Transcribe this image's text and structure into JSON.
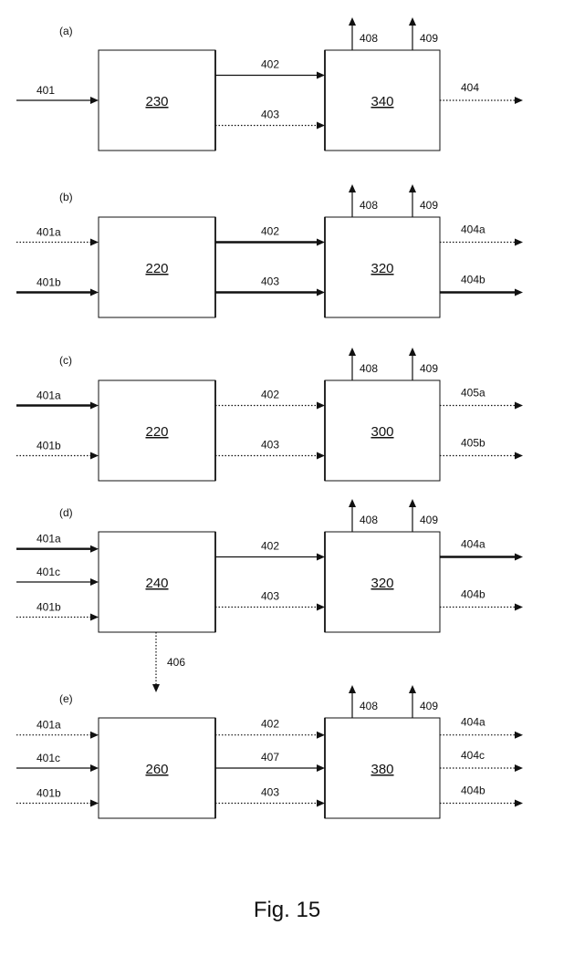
{
  "figure": {
    "caption": "Fig. 15"
  },
  "panels": [
    {
      "id": "a",
      "label": "(a)",
      "left_block": "230",
      "right_block": "340",
      "inputs": [
        {
          "label": "401",
          "style": "solid"
        }
      ],
      "mid": [
        {
          "label": "402",
          "style": "solid"
        },
        {
          "label": "403",
          "style": "dotted"
        }
      ],
      "top": [
        "408",
        "409"
      ],
      "outputs": [
        {
          "label": "404",
          "style": "dotted"
        }
      ]
    },
    {
      "id": "b",
      "label": "(b)",
      "left_block": "220",
      "right_block": "320",
      "inputs": [
        {
          "label": "401a",
          "style": "dotted"
        },
        {
          "label": "401b",
          "style": "bold"
        }
      ],
      "mid": [
        {
          "label": "402",
          "style": "bold"
        },
        {
          "label": "403",
          "style": "bold"
        }
      ],
      "top": [
        "408",
        "409"
      ],
      "outputs": [
        {
          "label": "404a",
          "style": "dotted"
        },
        {
          "label": "404b",
          "style": "bold"
        }
      ]
    },
    {
      "id": "c",
      "label": "(c)",
      "left_block": "220",
      "right_block": "300",
      "inputs": [
        {
          "label": "401a",
          "style": "bold"
        },
        {
          "label": "401b",
          "style": "dotted"
        }
      ],
      "mid": [
        {
          "label": "402",
          "style": "dotted"
        },
        {
          "label": "403",
          "style": "dotted"
        }
      ],
      "top": [
        "408",
        "409"
      ],
      "outputs": [
        {
          "label": "405a",
          "style": "dotted"
        },
        {
          "label": "405b",
          "style": "dotted"
        }
      ]
    },
    {
      "id": "d",
      "label": "(d)",
      "left_block": "240",
      "right_block": "320",
      "inputs": [
        {
          "label": "401a",
          "style": "bold"
        },
        {
          "label": "401c",
          "style": "solid"
        },
        {
          "label": "401b",
          "style": "dotted"
        }
      ],
      "mid": [
        {
          "label": "402",
          "style": "solid"
        },
        {
          "label": "403",
          "style": "dotted"
        }
      ],
      "top": [
        "408",
        "409"
      ],
      "outputs": [
        {
          "label": "404a",
          "style": "bold"
        },
        {
          "label": "404b",
          "style": "dotted"
        }
      ],
      "down": {
        "label": "406",
        "style": "dotted"
      }
    },
    {
      "id": "e",
      "label": "(e)",
      "left_block": "260",
      "right_block": "380",
      "inputs": [
        {
          "label": "401a",
          "style": "dotted"
        },
        {
          "label": "401c",
          "style": "solid"
        },
        {
          "label": "401b",
          "style": "dotted"
        }
      ],
      "mid": [
        {
          "label": "402",
          "style": "dotted"
        },
        {
          "label": "407",
          "style": "solid"
        },
        {
          "label": "403",
          "style": "dotted"
        }
      ],
      "top": [
        "408",
        "409"
      ],
      "outputs": [
        {
          "label": "404a",
          "style": "dotted"
        },
        {
          "label": "404c",
          "style": "dotted"
        },
        {
          "label": "404b",
          "style": "dotted"
        }
      ]
    }
  ]
}
